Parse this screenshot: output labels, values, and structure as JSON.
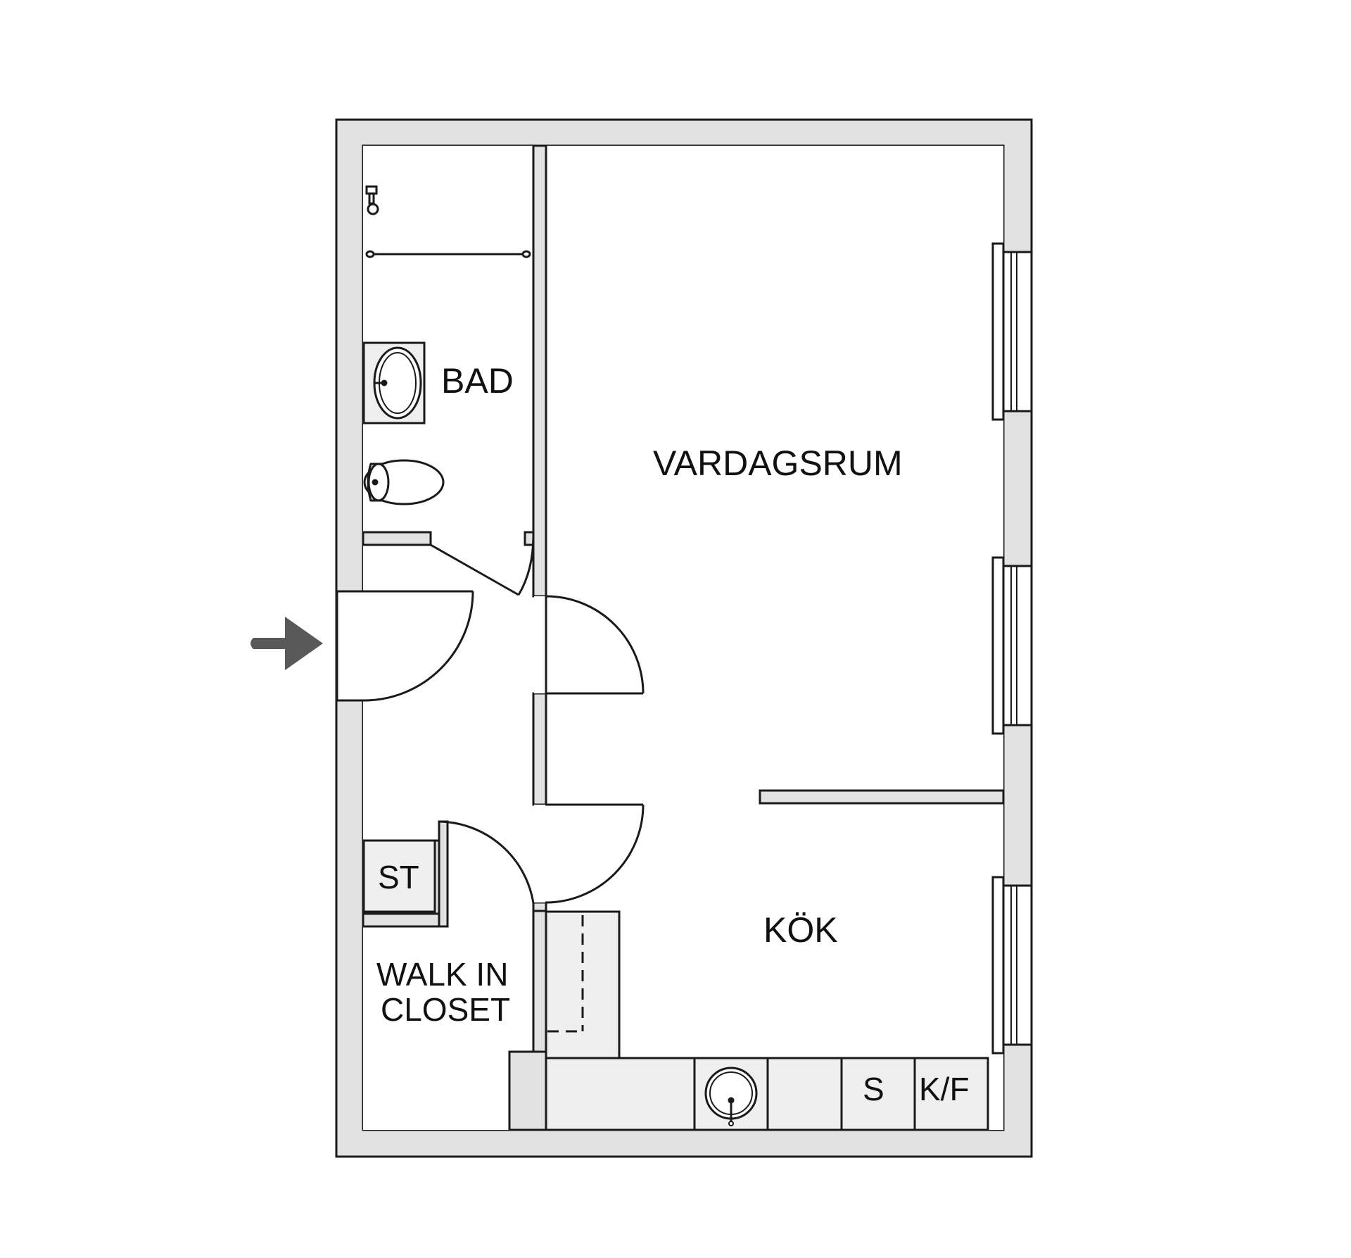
{
  "colors": {
    "wall_fill": "#e2e2e2",
    "line": "#1a1a1a",
    "fixture_fill": "#efefef",
    "arrow": "#595959",
    "floor": "#ffffff"
  },
  "rooms": {
    "bad": "BAD",
    "vardagsrum": "VARDAGSRUM",
    "kok": "KÖK",
    "st": "ST",
    "walk_in_closet_line1": "WALK IN",
    "walk_in_closet_line2": "CLOSET"
  },
  "appliances": {
    "stove": "S",
    "fridge_freezer": "K/F"
  },
  "icons": {
    "entrance": "entrance-arrow-icon",
    "sink": "sink-icon",
    "toilet": "toilet-icon",
    "shower": "shower-icon",
    "kitchen_sink": "kitchen-sink-icon"
  }
}
